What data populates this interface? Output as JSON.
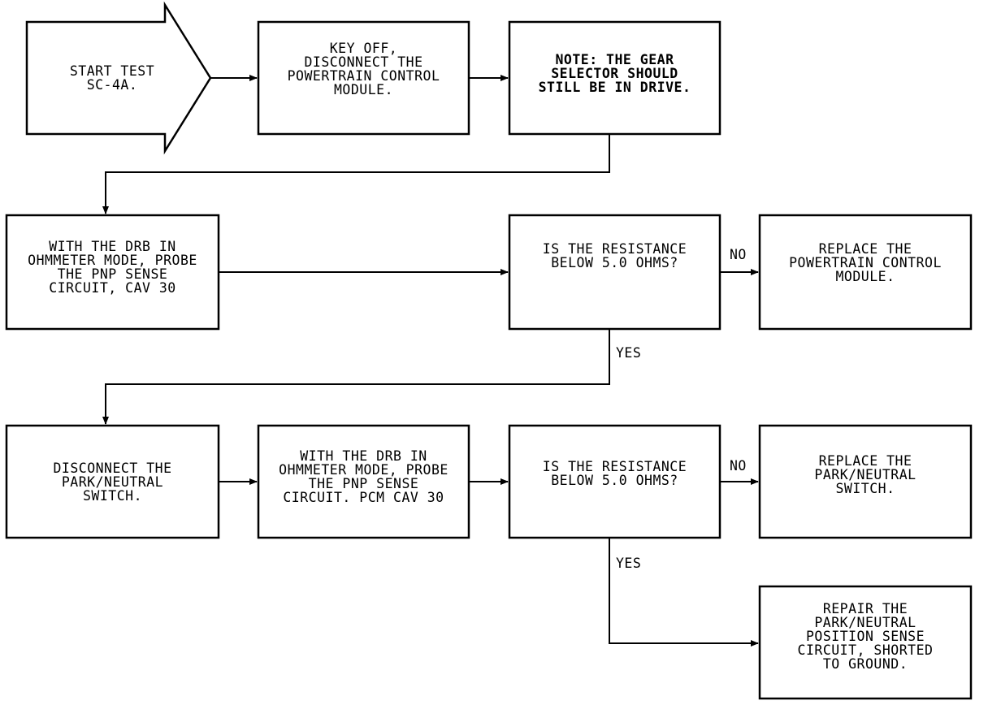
{
  "start": {
    "text": "START TEST\nSC-4A."
  },
  "steps": {
    "key_off": "KEY OFF,\nDISCONNECT THE\nPOWERTRAIN CONTROL\nMODULE.",
    "note": "NOTE: THE GEAR\nSELECTOR SHOULD\nSTILL BE IN DRIVE.",
    "probe1": "WITH THE DRB IN\nOHMMETER MODE, PROBE\nTHE PNP SENSE\nCIRCUIT, CAV 30",
    "decision1": "IS THE RESISTANCE\nBELOW 5.0 OHMS?",
    "replace_pcm": "REPLACE THE\nPOWERTRAIN CONTROL\nMODULE.",
    "disconnect_switch": "DISCONNECT THE\nPARK/NEUTRAL\nSWITCH.",
    "probe2": "WITH THE DRB IN\nOHMMETER MODE, PROBE\nTHE PNP SENSE\nCIRCUIT. PCM CAV 30",
    "decision2": "IS THE RESISTANCE\nBELOW 5.0 OHMS?",
    "replace_switch": "REPLACE THE\nPARK/NEUTRAL\nSWITCH.",
    "repair_circuit": "REPAIR THE\nPARK/NEUTRAL\nPOSITION SENSE\nCIRCUIT, SHORTED\nTO GROUND."
  },
  "labels": {
    "no1": "NO",
    "yes1": "YES",
    "no2": "NO",
    "yes2": "YES"
  }
}
